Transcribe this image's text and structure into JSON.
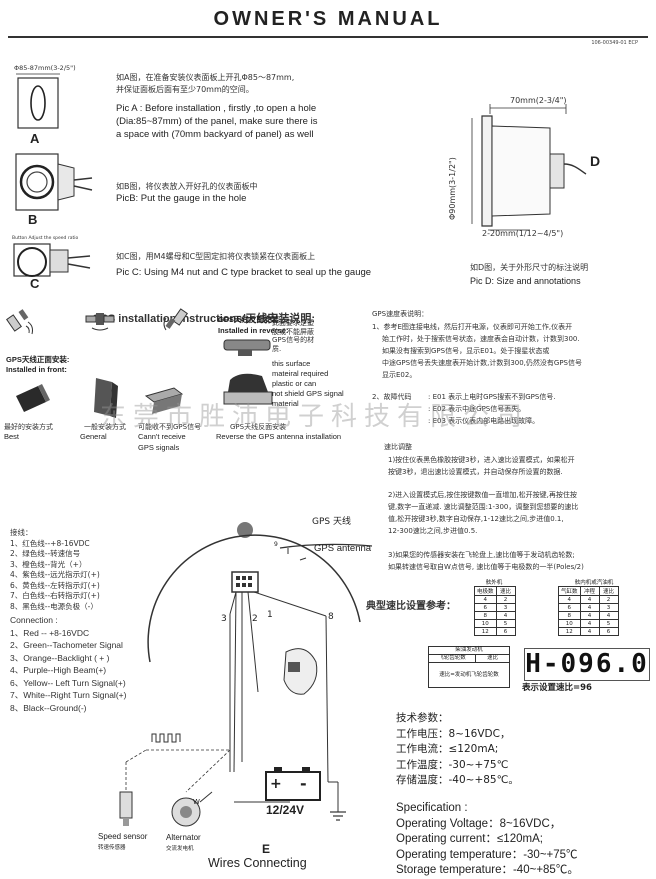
{
  "header": {
    "title": "OWNER'S  MANUAL",
    "code": "106-00349-01 ECP"
  },
  "step_a": {
    "dim_label": "Φ85-87mm(3-2/5\")",
    "letter": "A",
    "cn_1": "如A图，在准备安装仪表面板上开孔Φ85～87mm,",
    "cn_2": "并保证面板后面有至少70mm的空间。",
    "en_1": "Pic A : Before installation , firstly ,to open a hole",
    "en_2": "(Dia:85~87mm) of the panel, make sure there is",
    "en_3": "a space with (70mm backyard of panel)  as well"
  },
  "step_b": {
    "letter": "B",
    "cn": "如B图，将仪表放入开好孔的仪表面板中",
    "en": "PicB: Put the gauge in the hole"
  },
  "step_c": {
    "letter": "C",
    "small_label": "Button Adjust the speed ratio",
    "cn": "如C图，用M4螺母和C型固定扣将仪表锁紧在仪表面板上",
    "en": "Pic C: Using M4 nut and C type bracket to seal up the gauge"
  },
  "step_d": {
    "letter": "D",
    "dim_top": "70mm(2-3/4\")",
    "dim_side": "Φ90mm(3-1/2\")",
    "dim_bottom": "2-20mm(1/12~4/5\")",
    "cn": "如D图，关于外形尺寸的标注说明",
    "en": "Pic D: Size and annotations"
  },
  "gps_install": {
    "title": "GPS installation instructions/天线安装说明:",
    "reverse_title_cn": "GPS天线反面安装",
    "reverse_title_en": "Installed in  reverse:",
    "reverse_note_cn": "此面要求是塑胶或不能屏蔽GPS信号的材质.",
    "reverse_note_en_1": "this surface",
    "reverse_note_en_2": "mateiral required",
    "reverse_note_en_3": "plastic or can",
    "reverse_note_en_4": "not shield GPS signal",
    "reverse_note_en_5": "material",
    "front_cn": "GPS天线正面安装:",
    "front_en": "Installed in front:",
    "best_cn": "最好的安装方式",
    "best_en": "Best",
    "general_cn": "一般安装方式",
    "general_en": "General",
    "cannot_cn": "可能收不到GPS信号",
    "cannot_en_1": "Cann't receive",
    "cannot_en_2": "GPS signals",
    "reverse_cn": "GPS天线反面安装",
    "reverse_en": "Reverse the GPS antenna installation"
  },
  "gps_speed": {
    "heading": "GPS速度表说明：",
    "p1_1": "1、参考E图连接电线，然后打开电源，仪表即可开始工作,仪表开",
    "p1_2": "始工作时，处于搜索信号状态，速度表会自动计数，计数到300.",
    "p1_3": "如果没有搜索到GPS信号，显示E01。处于搜星状态或",
    "p1_4": "中途GPS信号丢失速度表开始计数,计数到300,仍然没有GPS信号",
    "p1_5": "显示E02。",
    "fault_label": "2、故障代码",
    "fault_1": ": E01 表示上电时GPS搜索不到GPS信号.",
    "fault_2": ": E02 表示中途GPS信号丢失。",
    "fault_3": ": E03 表示仪表内部电路出现故障。"
  },
  "watermark": "东莞市胜沛电子科技有限公司",
  "speed_adjust": {
    "heading": "速比调整",
    "s1_1": "1)按住仪表黑色橡胶按键3秒，进入速比设置模式，如果松开",
    "s1_2": "按键3秒，退出速比设置模式，并自动保存所设置的数据.",
    "s2_1": "2)进入设置模式后,按住按键数值一直增加,松开按键,再按住按",
    "s2_2": "键,数字一直递减. 速比调整范围:1-300，调整到您想要的速比",
    "s2_3": "值,松开按键3秒,数字自动保存,1-12速比之间,步进值0.1,",
    "s2_4": "12-300速比之间,步进值0.5.",
    "s3_1": "3)如果您的传感器安装在飞轮盘上,速比值等于发动机齿轮数;",
    "s3_2": "如果转速信号取自W点信号, 速比值等于电极数的一半(Poles/2)"
  },
  "ratio_ref": {
    "label": "典型速比设置参考：",
    "outboard_title": "舷外机",
    "outboard_headers": [
      "电极数",
      "速比"
    ],
    "outboard_rows": [
      [
        "4",
        "2"
      ],
      [
        "6",
        "3"
      ],
      [
        "8",
        "4"
      ],
      [
        "10",
        "5"
      ],
      [
        "12",
        "6"
      ]
    ],
    "inboard_title": "舷内机或汽油机",
    "inboard_headers": [
      "气缸数",
      "冲程",
      "速比"
    ],
    "inboard_rows": [
      [
        "4",
        "4",
        "2"
      ],
      [
        "6",
        "4",
        "3"
      ],
      [
        "8",
        "4",
        "4"
      ],
      [
        "10",
        "4",
        "5"
      ],
      [
        "12",
        "4",
        "6"
      ]
    ],
    "flywheel_title": "柴油发动机",
    "flywheel_headers": [
      "飞轮齿轮数",
      "速比"
    ],
    "flywheel_note": "速比=发动机飞轮齿轮数",
    "lcd": "H-096.0",
    "lcd_caption": "表示设置速比=96"
  },
  "wiring_cn": {
    "heading": "接线：",
    "items": [
      "1、红色线--+8-16VDC",
      "2、绿色线--转速信号",
      "3、橙色线--背光（+）",
      "4、紫色线--远光指示灯(+)",
      "6、黄色线--左转指示灯(+)",
      "7、白色线--右转指示灯(+)",
      "8、黑色线--电源负极（-）"
    ]
  },
  "wiring_en": {
    "heading": "Connection :",
    "items": [
      "1、Red -- +8-16VDC",
      "2、Green--Tachometer Signal",
      "3、Orange--Backlight ( + )",
      "4、Purple--High Beam(+)",
      "6、Yellow-- Left Turn Signal(+)",
      "7、White--Right Turn Signal(+)",
      "8、Black--Ground(-)"
    ]
  },
  "diagram_e": {
    "gps_cn": "GPS 天线",
    "gps_en": "GPS  antenna",
    "pin_9": "9",
    "wire_3": "3",
    "wire_2": "2",
    "wire_1": "1",
    "wire_8": "8",
    "battery_label": "12/24V",
    "batt_plus": "+",
    "batt_minus": "-",
    "w_label": "W",
    "speed_sensor_en": "Speed sensor",
    "speed_sensor_cn": "转速传感器",
    "alternator_en": "Alternator",
    "alternator_cn": "交流发电机",
    "letter": "E",
    "caption": "Wires Connecting"
  },
  "specs_cn": {
    "heading": "技术参数：",
    "items": [
      "工作电压：8~16VDC，",
      "工作电流：≤120mA;",
      "工作温度：-30~+75℃",
      "存储温度：-40~+85℃。"
    ]
  },
  "specs_en": {
    "heading": "Specification :",
    "items": [
      "Operating Voltage：8~16VDC，",
      "Operating current：≤120mA;",
      "Operating temperature：-30~+75℃",
      "Storage temperature：-40~+85℃。"
    ]
  }
}
